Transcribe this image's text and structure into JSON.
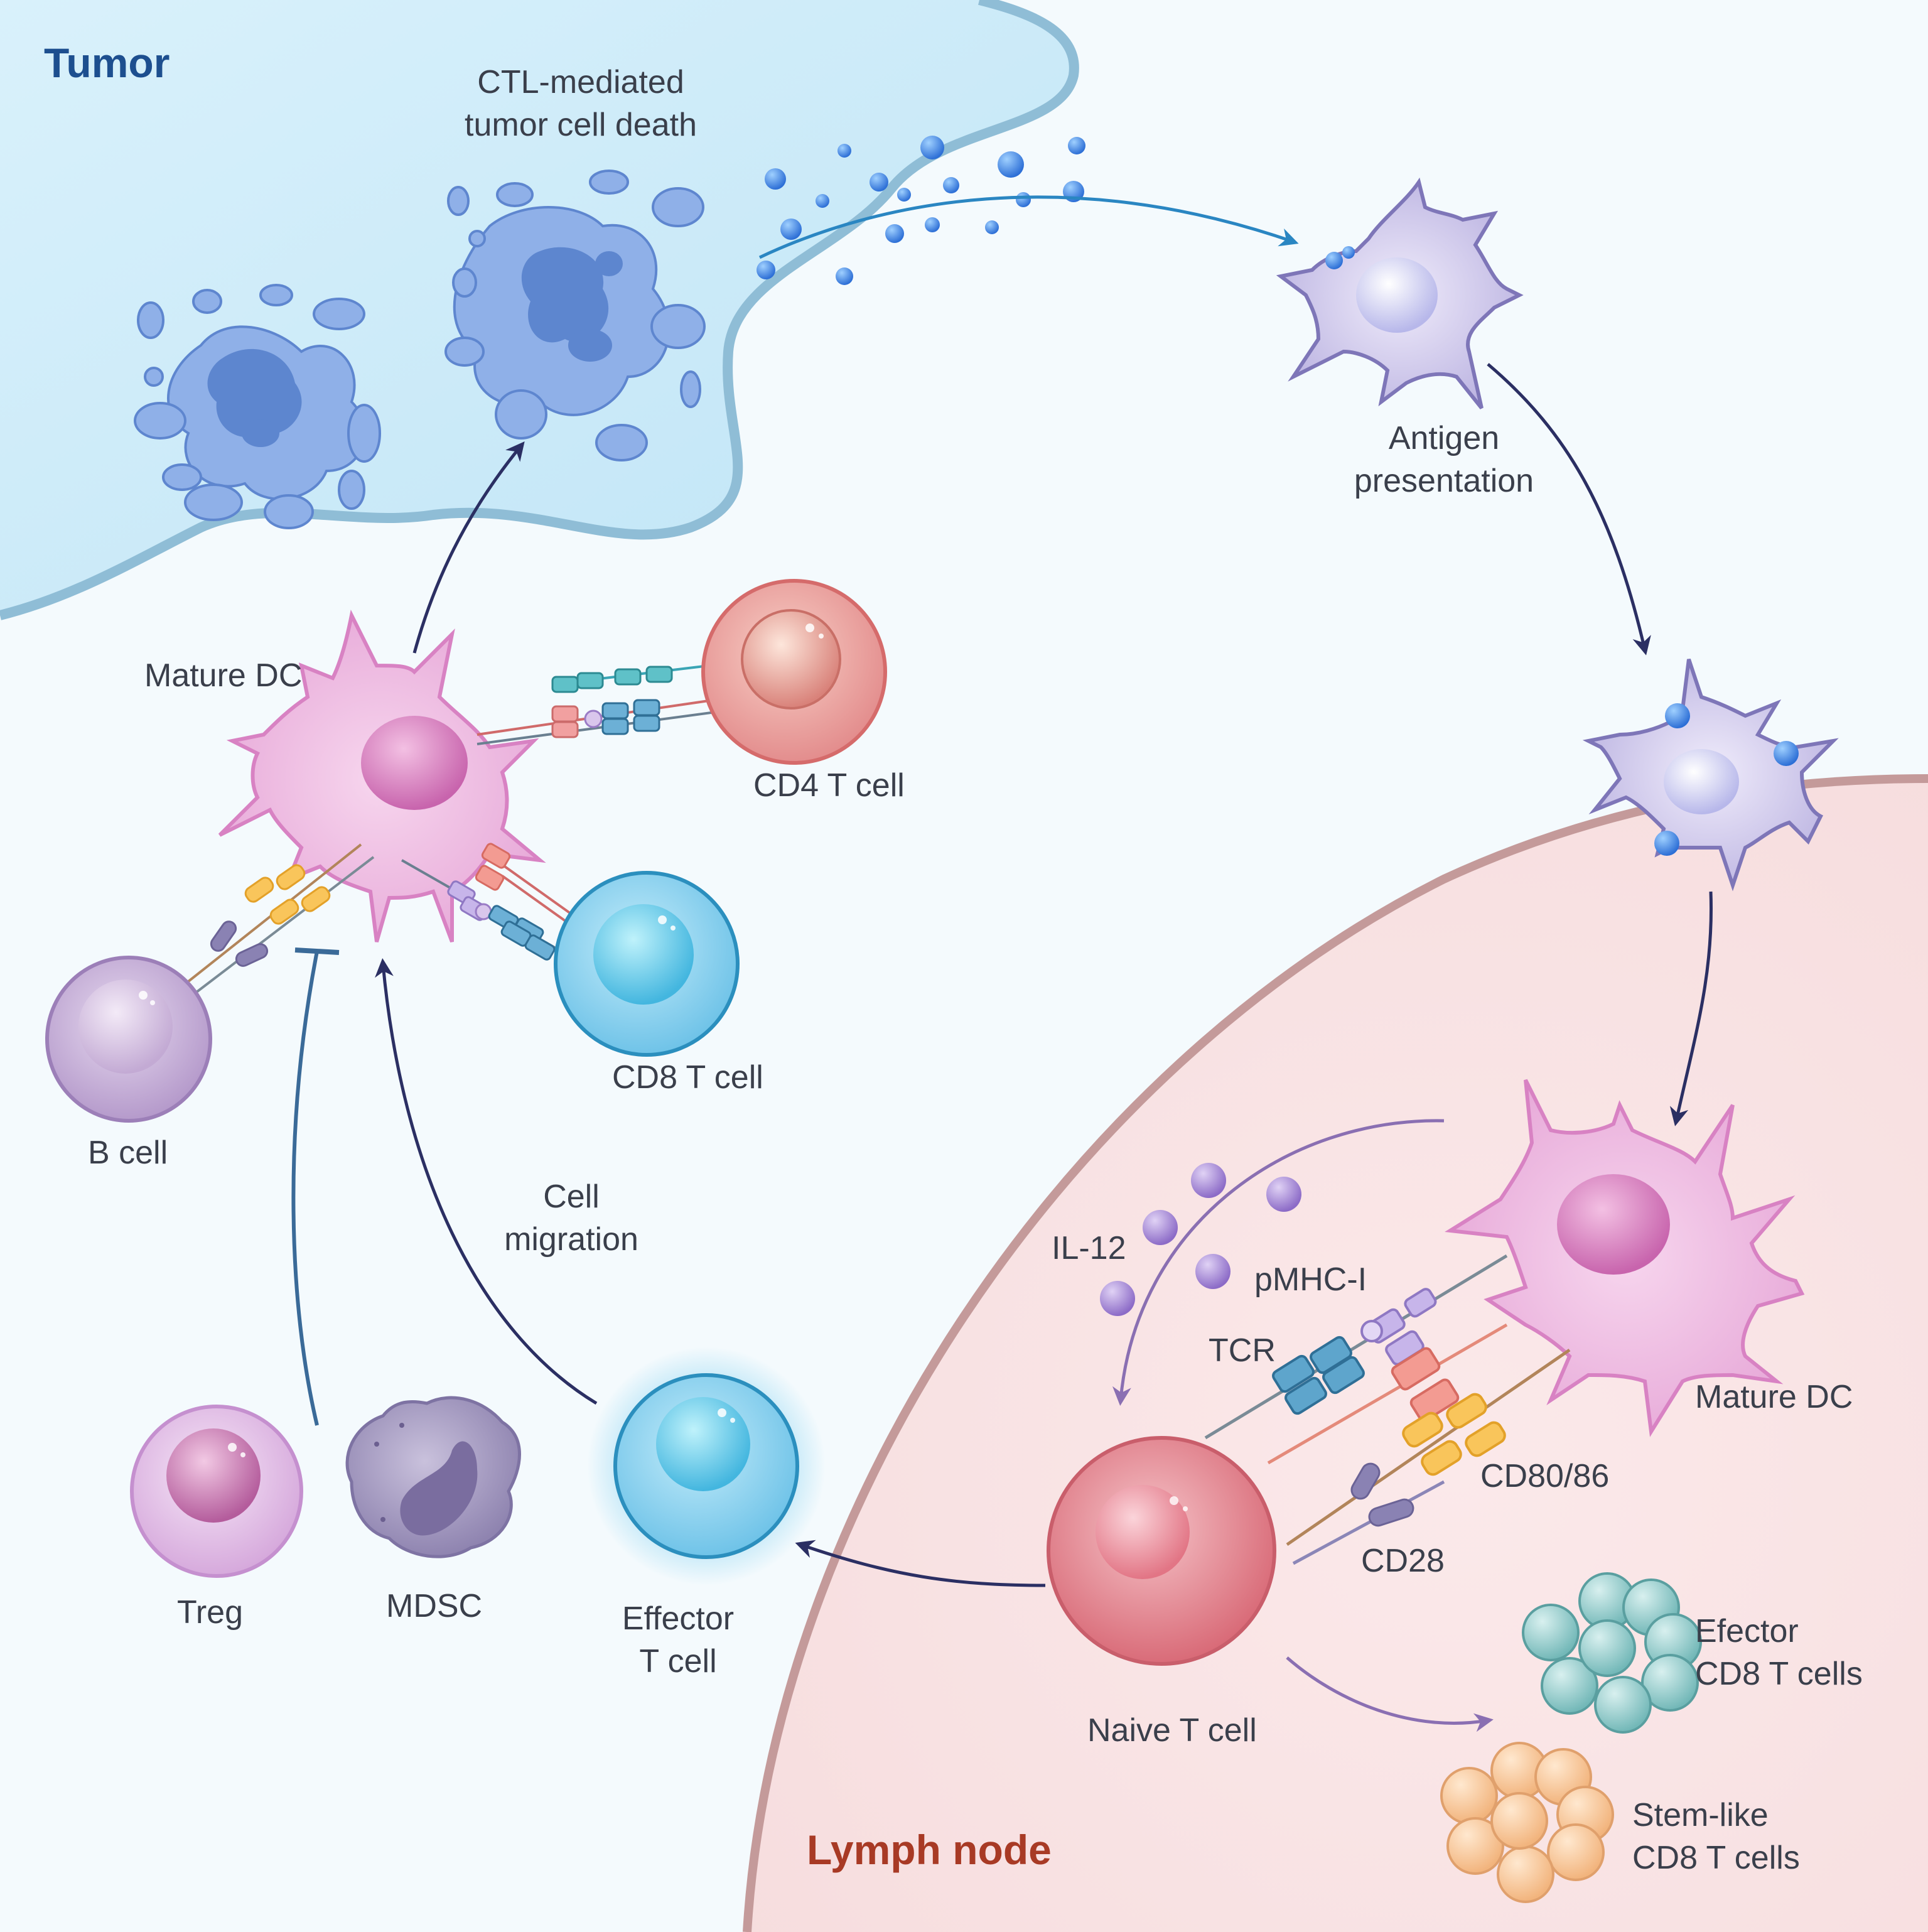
{
  "regions": {
    "tumor": "Tumor",
    "lymph_node": "Lymph node"
  },
  "labels": {
    "ctl_death_line1": "CTL-mediated",
    "ctl_death_line2": "tumor cell death",
    "antigen_presentation_line1": "Antigen",
    "antigen_presentation_line2": "presentation",
    "mature_dc_tumor": "Mature DC",
    "cd4_t_cell": "CD4 T cell",
    "cd8_t_cell": "CD8 T cell",
    "b_cell": "B cell",
    "cell_migration_line1": "Cell",
    "cell_migration_line2": "migration",
    "treg": "Treg",
    "mdsc": "MDSC",
    "effector_t_cell_line1": "Effector",
    "effector_t_cell_line2": "T cell",
    "il12": "IL-12",
    "pmhc": "pMHC-I",
    "tcr": "TCR",
    "mature_dc_lymph": "Mature DC",
    "cd80_86": "CD80/86",
    "cd28": "CD28",
    "naive_t_cell": "Naive T cell",
    "efector_cd8_line1": "Efector",
    "efector_cd8_line2": "CD8 T cells",
    "stemlike_cd8_line1": "Stem-like",
    "stemlike_cd8_line2": "CD8 T cells"
  },
  "colors": {
    "tumor_region": "#c8e9f8",
    "tumor_border": "#8fbdd6",
    "lymph_region": "#f9e4e6",
    "lymph_border": "#c49a9a",
    "arrow_dark": "#2b2f63",
    "arrow_blue": "#2a86c2",
    "arrow_purple": "#8a6fb2",
    "inhibition": "#3a6a98",
    "title_tumor": "#1d4f8f",
    "title_lymph": "#a83a25"
  }
}
